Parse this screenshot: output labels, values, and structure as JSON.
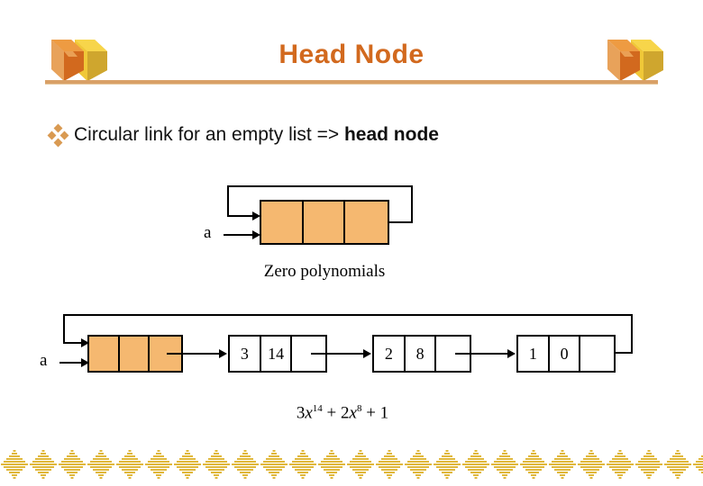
{
  "slide": {
    "title": "Head Node",
    "decorations": {
      "corner_icon": "double-cube-icon",
      "footer_icon": "striped-diamond-icon",
      "accent_color": "#D2691E",
      "rule_color": "#D9A066",
      "node_fill_color": "#F5B870",
      "footer_color": "#E0B83C"
    },
    "bullet": {
      "marker": "diamond-cluster-bullet",
      "text_plain": "Circular link for an empty list => ",
      "text_bold": "head node"
    },
    "figures": [
      {
        "id": "zero-polynomial",
        "pointer_label": "a",
        "caption": "Zero polynomials",
        "nodes": [
          {
            "type": "head",
            "cells": [
              "",
              "",
              ""
            ]
          }
        ]
      },
      {
        "id": "polynomial-list",
        "pointer_label": "a",
        "caption_parts": {
          "c1": "3",
          "v1": "x",
          "e1": "14",
          "op1": " + ",
          "c2": "2",
          "v2": "x",
          "e2": "8",
          "op2": " + ",
          "c3": "1"
        },
        "nodes": [
          {
            "type": "head",
            "cells": [
              "",
              "",
              ""
            ]
          },
          {
            "type": "data",
            "cells": [
              "3",
              "14",
              ""
            ]
          },
          {
            "type": "data",
            "cells": [
              "2",
              "8",
              ""
            ]
          },
          {
            "type": "data",
            "cells": [
              "1",
              "0",
              ""
            ]
          }
        ]
      }
    ]
  }
}
